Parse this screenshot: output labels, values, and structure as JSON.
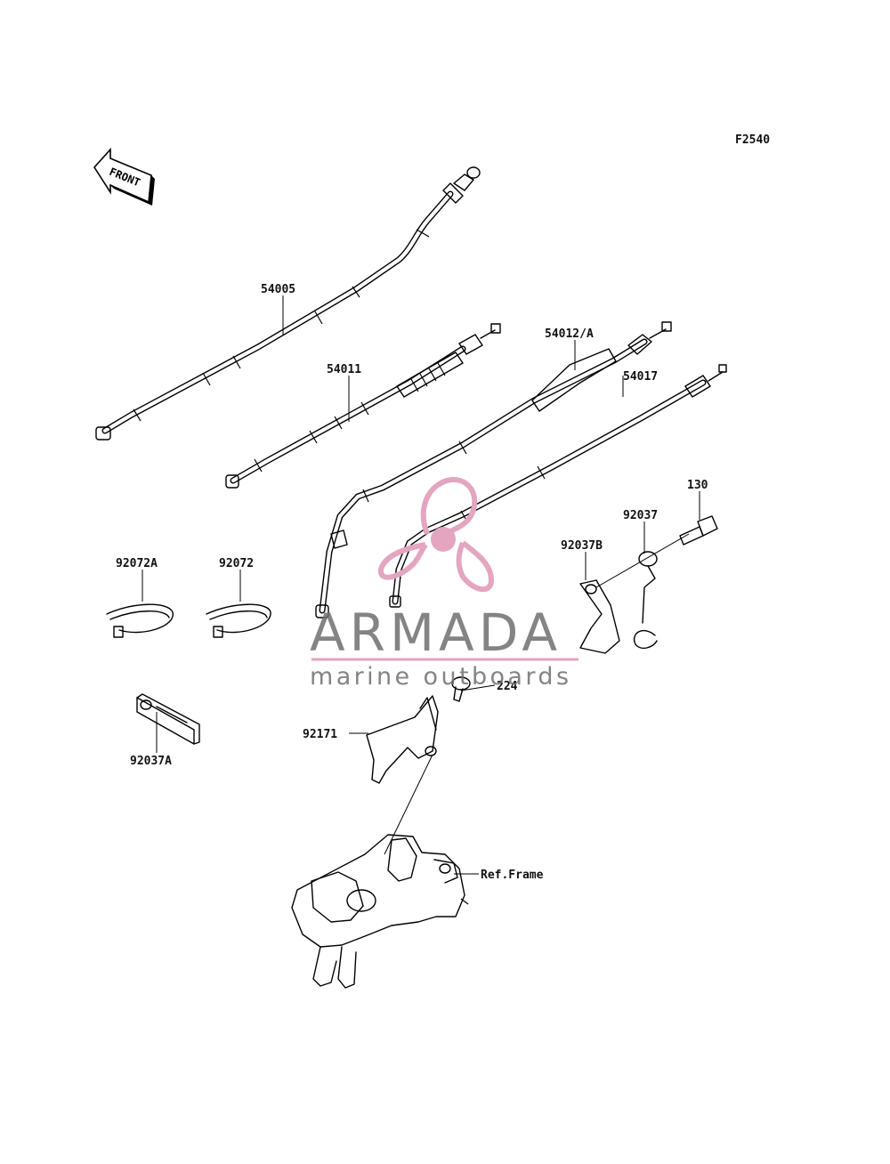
{
  "figure": {
    "code": "F2540"
  },
  "front_arrow": {
    "text": "FRONT"
  },
  "labels": {
    "p54005": "54005",
    "p54011": "54011",
    "p54012a": "54012/A",
    "p54017": "54017",
    "p130": "130",
    "p92037": "92037",
    "p92037b": "92037B",
    "p92072a": "92072A",
    "p92072": "92072",
    "p92037a": "92037A",
    "p224": "224",
    "p92171": "92171",
    "ref_frame": "Ref.Frame"
  },
  "watermark": {
    "brand": "ARMADA",
    "tagline": "marine outboards",
    "logo": "propeller-logo",
    "accent_color": "#e3a5c0",
    "text_color": "#6f6f6f"
  }
}
